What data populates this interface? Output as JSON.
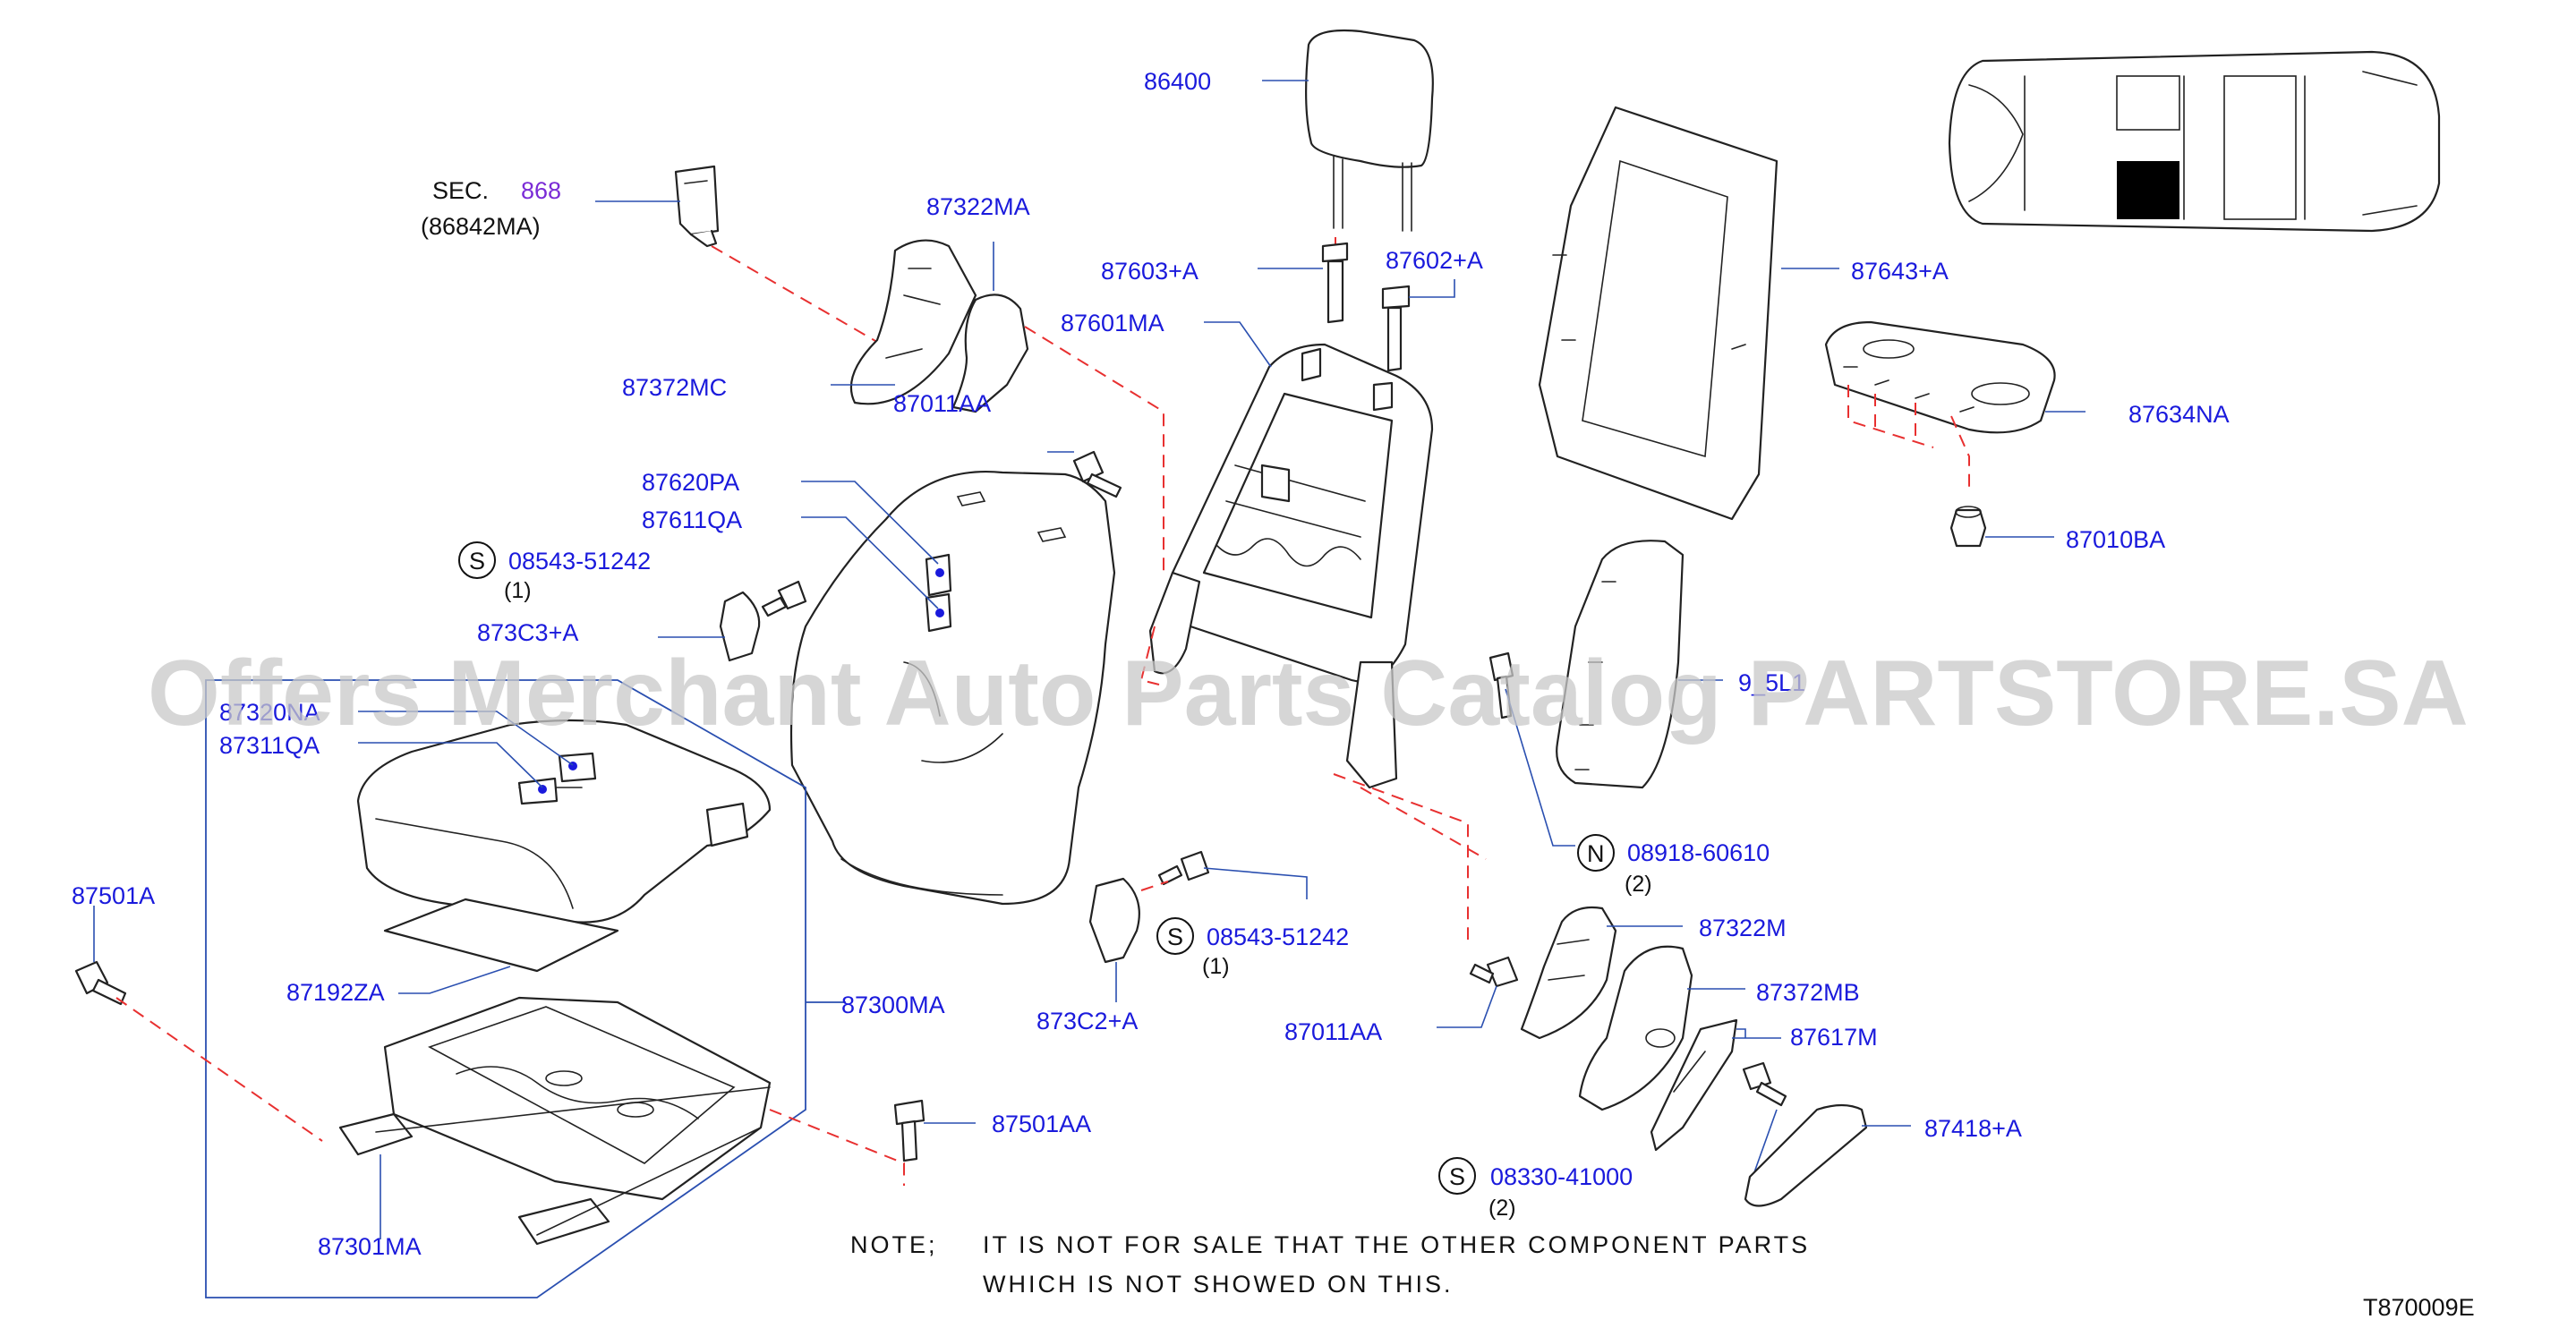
{
  "labels": {
    "p86400": "86400",
    "sec": "SEC.",
    "sec_num": "868",
    "sec_ref": "(86842MA)",
    "p87322MA": "87322MA",
    "p87603A": "87603+A",
    "p87602A": "87602+A",
    "p87643A": "87643+A",
    "p87601MA": "87601MA",
    "p87372MC": "87372MC",
    "p87634NA": "87634NA",
    "p87011AA_top": "87011AA",
    "p87010BA": "87010BA",
    "p87620PA": "87620PA",
    "p87611QA": "87611QA",
    "s_08543_top": "08543-51242",
    "s_08543_top_qty": "(1)",
    "p873C3A": "873C3+A",
    "p87320NA": "87320NA",
    "p87311QA": "87311QA",
    "p9_5L1": "9_5L1",
    "n_08918": "08918-60610",
    "n_08918_qty": "(2)",
    "p87501A": "87501A",
    "s_08543_mid": "08543-51242",
    "s_08543_mid_qty": "(1)",
    "p87322M": "87322M",
    "p87192ZA": "87192ZA",
    "p87300MA": "87300MA",
    "p873C2A": "873C2+A",
    "p87372MB": "87372MB",
    "p87011AA_bot": "87011AA",
    "p87617M": "87617M",
    "p87501AA": "87501AA",
    "p87418A": "87418+A",
    "s_08330": "08330-41000",
    "s_08330_qty": "(2)",
    "p87301MA": "87301MA"
  },
  "symbols": {
    "s": "S",
    "n": "N"
  },
  "note": {
    "prefix": "NOTE;",
    "line1": "IT IS NOT FOR SALE THAT THE OTHER COMPONENT PARTS",
    "line2": "WHICH IS NOT SHOWED ON THIS."
  },
  "diagram_code": "T870009E",
  "watermark": "Offers Merchant Auto Parts Catalog PARTSTORE.SA",
  "colors": {
    "part_number": "#1a1adc",
    "section_ref": "#7a2bd6",
    "leader": "#2a4fb0",
    "hidden_line": "#e83030"
  }
}
